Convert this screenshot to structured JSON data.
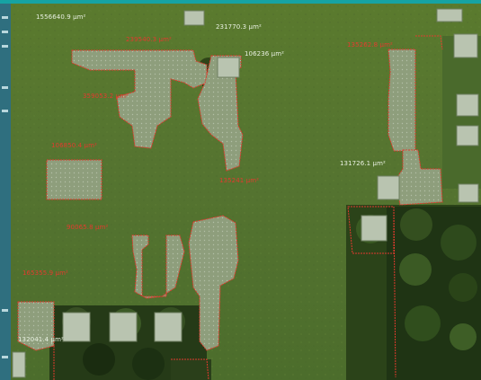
{
  "map": {
    "background_color": "#557430",
    "boundary_color": "#e03a2e",
    "zone_fill_color": "#8a9c78",
    "tree_color": "#1e3413",
    "building_color": "#b9c4b0"
  },
  "area_labels": [
    {
      "id": "a1",
      "text": "1556640.9 µm²",
      "color": "white"
    },
    {
      "id": "a2",
      "text": "231770.3 µm²",
      "color": "white"
    },
    {
      "id": "a3",
      "text": "239540.3 µm²",
      "color": "red"
    },
    {
      "id": "a4",
      "text": "135262.8 µm²",
      "color": "red"
    },
    {
      "id": "a5",
      "text": "106236 µm²",
      "color": "red"
    },
    {
      "id": "a6",
      "text": "359053.2 µm²",
      "color": "red"
    },
    {
      "id": "a7",
      "text": "106850.4 µm²",
      "color": "red"
    },
    {
      "id": "a8",
      "text": "135241 µm²",
      "color": "red"
    },
    {
      "id": "a9",
      "text": "131726.1 µm²",
      "color": "white"
    },
    {
      "id": "a10",
      "text": "90065.8 µm²",
      "color": "red"
    },
    {
      "id": "a11",
      "text": "165355.9 µm²",
      "color": "red"
    },
    {
      "id": "a12",
      "text": "132041.4 µm²",
      "color": "white"
    }
  ],
  "icons": [
    "tree-cluster-icon",
    "building-icon"
  ]
}
